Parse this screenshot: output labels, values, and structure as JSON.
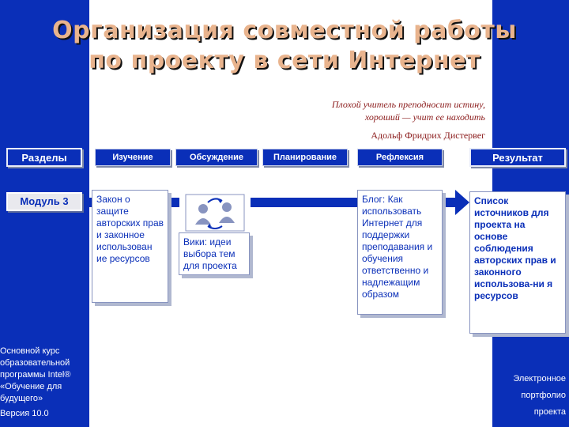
{
  "title": {
    "line1": "Организация совместной работы",
    "line2": "по проекту в сети Интернет"
  },
  "quote": {
    "line1": "Плохой учитель преподносит истину,",
    "line2": "хороший — учит ее находить",
    "author": "Адольф Фридрих Дистервег"
  },
  "nav": {
    "sections": "Разделы",
    "study": "Изучение",
    "discussion": "Обсуждение",
    "planning": "Планирование",
    "reflection": "Рефлексия",
    "result": "Результат"
  },
  "module": "Модуль 3",
  "cards": {
    "study": "Закон о защите авторских прав и законное использован ие ресурсов",
    "wiki": "Вики: идеи выбора тем для проекта",
    "blog": "Блог: Как использовать Интернет для поддержки преподавания и обучения ответственно и надлежащим образом",
    "result": "Список источников для проекта на основе соблюдения авторских прав и законного использова-ни я ресурсов"
  },
  "footer": {
    "left_line1": "Основной курс",
    "left_line2": "образовательной",
    "left_line3": "программы Intel®",
    "left_line4": "«Обучение для",
    "left_line5": "будущего»",
    "left_version": "Версия 10.0",
    "right_line1": "Электронное",
    "right_line2": "портфолио",
    "right_line3": "проекта"
  },
  "colors": {
    "brand_blue": "#0a2fb8",
    "title_peach": "#e9b48e",
    "quote_red": "#8a1a1a"
  },
  "icons": {
    "wiki": "people-collaboration-icon"
  }
}
